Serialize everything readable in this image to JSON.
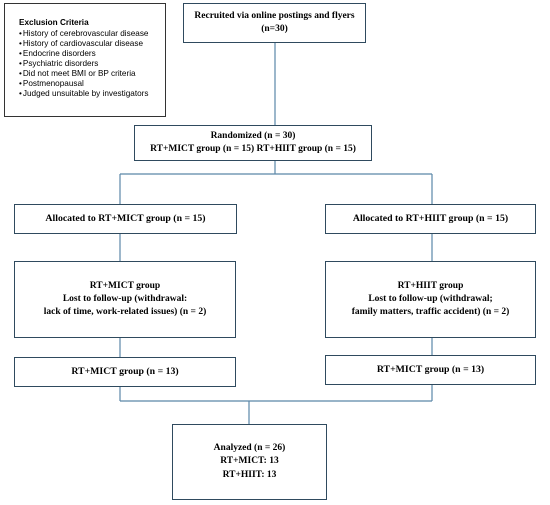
{
  "exclusion": {
    "title": "Exclusion Criteria",
    "items": [
      "History of cerebrovascular disease",
      "History of cardiovascular disease",
      "Endocrine disorders",
      "Psychiatric disorders",
      "Did not meet BMI or BP criteria",
      "Postmenopausal",
      "Judged unsuitable by investigators"
    ]
  },
  "recruited": {
    "line1": "Recruited via online postings and flyers",
    "line2": "(n=30)"
  },
  "randomized": {
    "line1": "Randomized  (n = 30)",
    "line2": "RT+MICT group (n = 15)  RT+HIIT group (n = 15)"
  },
  "allocation": {
    "mict": "Allocated to RT+MICT group (n = 15)",
    "hiit": "Allocated to RT+HIIT group (n = 15)"
  },
  "followup": {
    "mict": {
      "line1": "RT+MICT group",
      "line2": "Lost to follow-up (withdrawal:",
      "line3": "lack of time, work-related issues) (n = 2)"
    },
    "hiit": {
      "line1": "RT+HIIT group",
      "line2": "Lost to follow-up (withdrawal;",
      "line3": "family matters, traffic accident) (n = 2)"
    }
  },
  "final": {
    "mict": "RT+MICT group (n = 13)",
    "hiit": "RT+MICT group (n = 13)"
  },
  "analyzed": {
    "line1": "Analyzed (n = 26)",
    "line2": "RT+MICT: 13",
    "line3": "RT+HIIT: 13"
  },
  "colors": {
    "connector": "#5b87a8",
    "box_border": "#2f4a5e"
  }
}
